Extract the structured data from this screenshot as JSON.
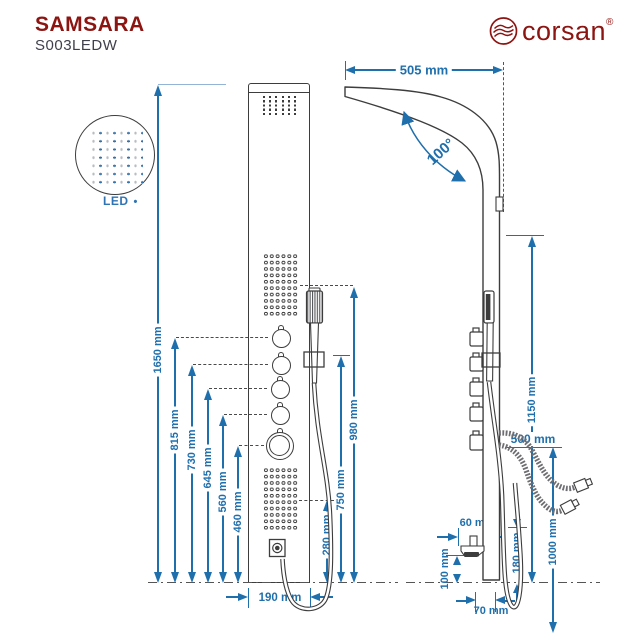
{
  "header": {
    "title": "SAMSARA",
    "model": "S003LEDW"
  },
  "brand": {
    "name": "corsan",
    "registered": "®"
  },
  "led": {
    "label": "LED",
    "bullet": "•"
  },
  "dimensions": {
    "total_height": "1650 mm",
    "handle1_height": "815 mm",
    "handle2_height": "730 mm",
    "handle3_height": "645 mm",
    "handle4_height": "560 mm",
    "mixer_height": "460 mm",
    "upper_jets_height": "980 mm",
    "hand_shower_height": "750 mm",
    "lower_jets_height": "280 mm",
    "panel_width": "190 mm",
    "arm_reach": "505 mm",
    "arm_angle": "100°",
    "holder_height": "1150 mm",
    "hose_outlet": "500 mm",
    "hose_length": "1000 mm",
    "spout_back_height": "180 mm",
    "spout_reach": "60 mm",
    "spout_height": "100 mm",
    "hose_clearance": "70 mm"
  }
}
